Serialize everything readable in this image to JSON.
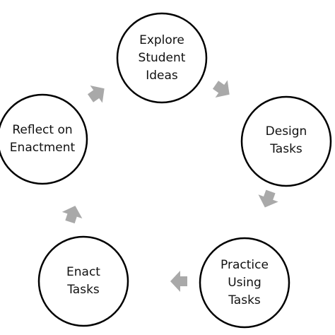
{
  "diagram": {
    "type": "cycle",
    "arrow_color": "#a9a9a9",
    "nodes": [
      {
        "id": "explore",
        "lines": [
          "Explore",
          "Student",
          "Ideas"
        ]
      },
      {
        "id": "design",
        "lines": [
          "Design",
          "Tasks"
        ]
      },
      {
        "id": "practice",
        "lines": [
          "Practice",
          "Using",
          "Tasks"
        ]
      },
      {
        "id": "enact",
        "lines": [
          "Enact",
          "Tasks"
        ]
      },
      {
        "id": "reflect",
        "lines": [
          "Reflect on",
          "Enactment"
        ]
      }
    ],
    "edges": [
      {
        "from": "explore",
        "to": "design"
      },
      {
        "from": "design",
        "to": "practice"
      },
      {
        "from": "practice",
        "to": "enact"
      },
      {
        "from": "enact",
        "to": "reflect"
      },
      {
        "from": "reflect",
        "to": "explore"
      }
    ]
  }
}
